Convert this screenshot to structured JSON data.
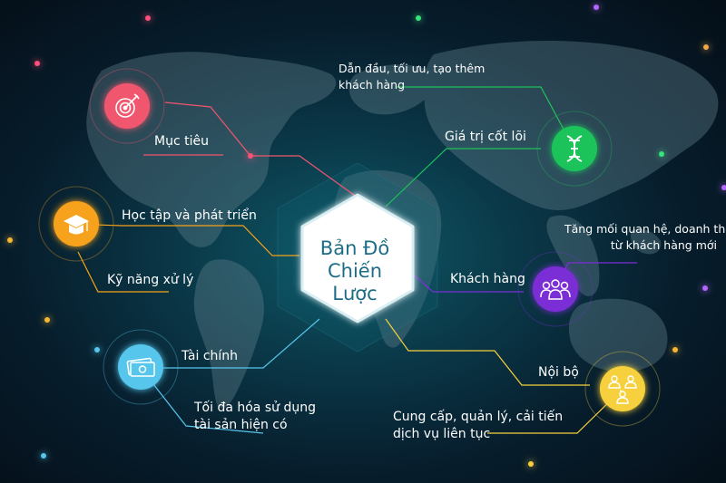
{
  "center": {
    "line1": "Bản Đồ",
    "line2": "Chiến Lược"
  },
  "nodes": {
    "muc_tieu": {
      "label": "Mục tiêu"
    },
    "hoc_tap": {
      "label": "Học tập và phát triển",
      "sub": "Kỹ năng xử lý"
    },
    "tai_chinh": {
      "label": "Tài chính",
      "sub_line1": "Tối đa hóa sử dụng",
      "sub_line2": "tài sản hiện có"
    },
    "gia_tri": {
      "label": "Giá trị cốt lõi",
      "sub_line1": "Dẫn đầu, tối ưu, tạo thêm",
      "sub_line2": "khách hàng"
    },
    "khach_hang": {
      "label": "Khách hàng",
      "sub_line1": "Tăng mối quan hệ, doanh thu",
      "sub_line2": "từ khách hàng mới"
    },
    "noi_bo": {
      "label": "Nội bộ",
      "sub_line1": "Cung cấp, quản lý, cải tiến",
      "sub_line2": "dịch vụ liên tục"
    }
  },
  "colors": {
    "muc_tieu": "#f0566e",
    "hoc_tap": "#f6a21a",
    "tai_chinh": "#56c6ec",
    "gia_tri": "#1fc25a",
    "khach_hang": "#7b2fd6",
    "noi_bo": "#f7d13d",
    "center_text": "#1d6d87"
  },
  "icons": {
    "muc_tieu": "target-icon",
    "hoc_tap": "graduation-cap-icon",
    "tai_chinh": "money-icon",
    "gia_tri": "dna-icon",
    "khach_hang": "people-group-icon",
    "noi_bo": "org-chart-icon"
  }
}
